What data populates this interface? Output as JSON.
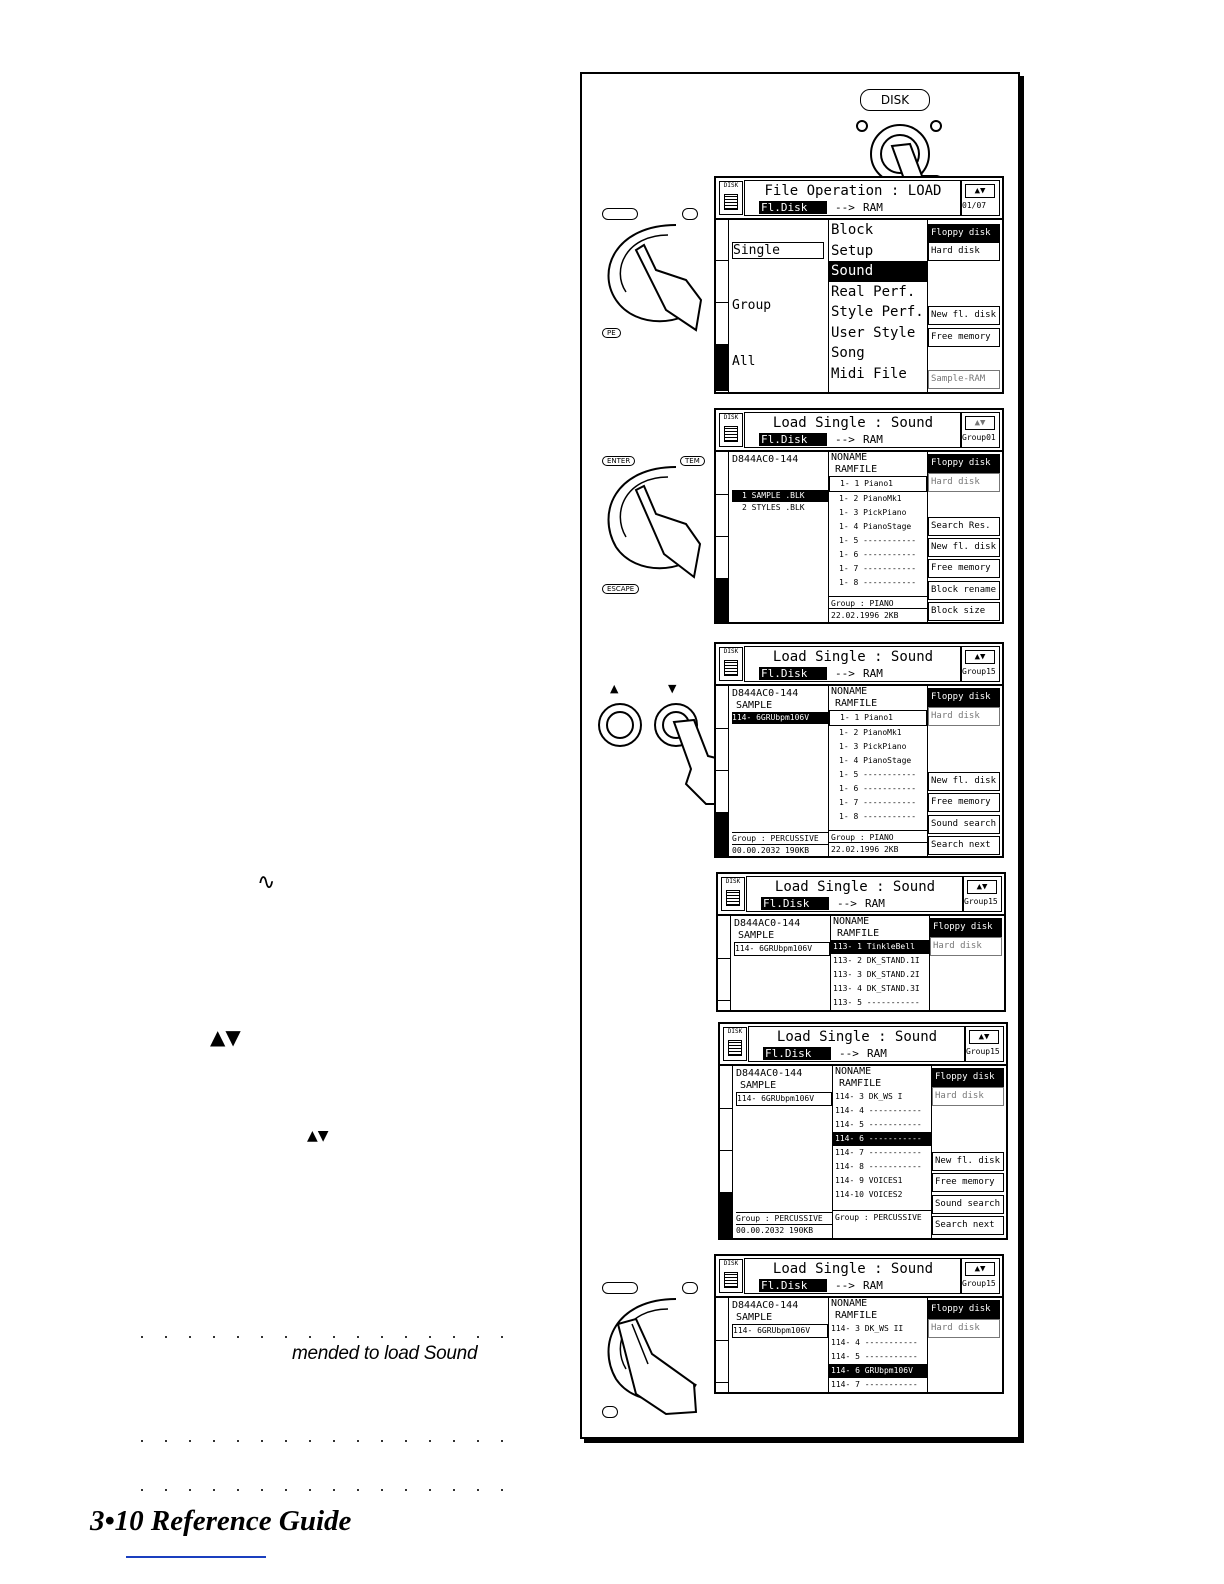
{
  "left": {
    "wave_symbol": "∿",
    "arrows1": "▲▼",
    "arrows2": "▲▼",
    "note": "mended to load Sound",
    "footer": "3•10   Reference Guide"
  },
  "panel": {
    "disk_label": "DISK",
    "labels": {
      "pe": "PE",
      "enter": "ENTER",
      "tem": "TEM",
      "escape": "ESCAPE",
      "up": "▲",
      "down": "▼"
    },
    "screen1": {
      "title": "File Operation : LOAD",
      "source": "Fl.Disk",
      "arrow": "-->",
      "dest": "RAM",
      "counter": "01/07",
      "modes": [
        "Single",
        "Group",
        "All"
      ],
      "list": [
        "Block",
        "Setup",
        "Sound",
        "Real Perf.",
        "Style Perf.",
        "User Style",
        "Song",
        "Midi File"
      ],
      "buttons": [
        "Floppy disk",
        "Hard disk",
        "New fl. disk",
        "Free memory",
        "Sample-RAM"
      ]
    },
    "screen2": {
      "title": "Load  Single : Sound",
      "source": "Fl.Disk",
      "arrow": "-->",
      "dest": "RAM",
      "group": "Group01",
      "disk_name": "D844AC0-144",
      "files": [
        "1  SAMPLE   .BLK",
        "2  STYLES   .BLK"
      ],
      "col2_header": [
        "NONAME",
        "RAMFILE"
      ],
      "items": [
        "1- 1 Piano1",
        "1- 2 PianoMk1",
        "1- 3 PickPiano",
        "1- 4 PianoStage",
        "1- 5 -----------",
        "1- 6 -----------",
        "1- 7 -----------",
        "1- 8 -----------"
      ],
      "col2_footer": [
        "Group : PIANO",
        "22.02.1996  2KB"
      ],
      "buttons": [
        "Floppy disk",
        "Hard disk",
        "Search Res.",
        "New fl. disk",
        "Free memory",
        "Block rename",
        "Block size"
      ]
    },
    "screen3": {
      "title": "Load  Single : Sound",
      "source": "Fl.Disk",
      "arrow": "-->",
      "dest": "RAM",
      "group": "Group15",
      "disk_name": "D844AC0-144",
      "sample": "SAMPLE",
      "selected": "114- 6GRUbpm106V",
      "col2_header": [
        "NONAME",
        "RAMFILE"
      ],
      "items": [
        "1- 1 Piano1",
        "1- 2 PianoMk1",
        "1- 3 PickPiano",
        "1- 4 PianoStage",
        "1- 5 -----------",
        "1- 6 -----------",
        "1- 7 -----------",
        "1- 8 -----------"
      ],
      "col1_footer": [
        "Group : PERCUSSIVE",
        "00.00.2032  190KB"
      ],
      "col2_footer": [
        "Group : PIANO",
        "22.02.1996  2KB"
      ],
      "buttons": [
        "Floppy disk",
        "Hard disk",
        "New fl. disk",
        "Free memory",
        "Sound search",
        "Search next"
      ]
    },
    "screen4": {
      "title": "Load  Single : Sound",
      "source": "Fl.Disk",
      "arrow": "-->",
      "dest": "RAM",
      "group": "Group15",
      "disk_name": "D844AC0-144",
      "sample": "SAMPLE",
      "selected": "114- 6GRUbpm106V",
      "col2_header": [
        "NONAME",
        "RAMFILE"
      ],
      "items": [
        "113- 1 TinkleBell",
        "113- 2 DK_STAND.1I",
        "113- 3 DK_STAND.2I",
        "113- 4 DK_STAND.3I",
        "113- 5 -----------"
      ],
      "buttons": [
        "Floppy disk",
        "Hard disk"
      ]
    },
    "screen5": {
      "title": "Load  Single : Sound",
      "source": "Fl.Disk",
      "arrow": "-->",
      "dest": "RAM",
      "group": "Group15",
      "disk_name": "D844AC0-144",
      "sample": "SAMPLE",
      "selected": "114- 6GRUbpm106V",
      "col2_header": [
        "NONAME",
        "RAMFILE"
      ],
      "items": [
        "114- 3 DK_WS  I",
        "114- 4 -----------",
        "114- 5 -----------",
        "114- 6 -----------",
        "114- 7 -----------",
        "114- 8 -----------",
        "114- 9 VOICES1",
        "114-10 VOICES2"
      ],
      "col1_footer": [
        "Group : PERCUSSIVE",
        "00.00.2032  190KB"
      ],
      "col2_footer": [
        "Group : PERCUSSIVE"
      ],
      "buttons": [
        "Floppy disk",
        "Hard disk",
        "New fl. disk",
        "Free memory",
        "Sound search",
        "Search next"
      ]
    },
    "screen6": {
      "title": "Load  Single : Sound",
      "source": "Fl.Disk",
      "arrow": "-->",
      "dest": "RAM",
      "group": "Group15",
      "disk_name": "D844AC0-144",
      "sample": "SAMPLE",
      "selected": "114- 6GRUbpm106V",
      "col2_header": [
        "NONAME",
        "RAMFILE"
      ],
      "items": [
        "114- 3 DK_WS  II",
        "114- 4 -----------",
        "114- 5 -----------",
        "114- 6 GRUbpm106V",
        "114- 7 -----------"
      ],
      "buttons": [
        "Floppy disk",
        "Hard disk"
      ]
    }
  }
}
